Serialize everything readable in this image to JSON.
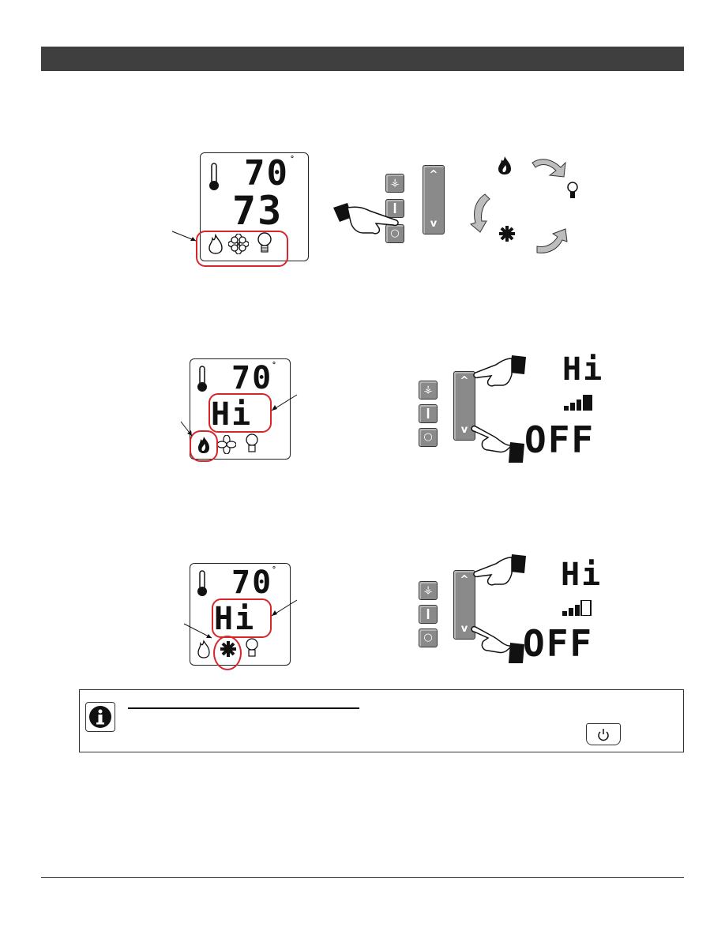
{
  "page": {
    "header_bar_color": "#3f3f3f",
    "accent_color": "#d6262b"
  },
  "panel1": {
    "set_temp": "70",
    "room_temp": "73",
    "degree": "°"
  },
  "panel2": {
    "set_temp": "70",
    "level": "Hi",
    "degree": "°",
    "readout_hi": "Hi",
    "readout_off": "OFF"
  },
  "panel3": {
    "set_temp": "70",
    "level": "Hi",
    "degree": "°",
    "readout_hi": "Hi",
    "readout_off": "OFF"
  },
  "icons": {
    "thermometer": "thermometer-icon",
    "flame": "flame-icon",
    "fan": "fan-icon",
    "bulb": "light-bulb-icon",
    "info": "info-icon",
    "power": "power-icon",
    "pointing_hand": "pointing-hand-icon"
  }
}
